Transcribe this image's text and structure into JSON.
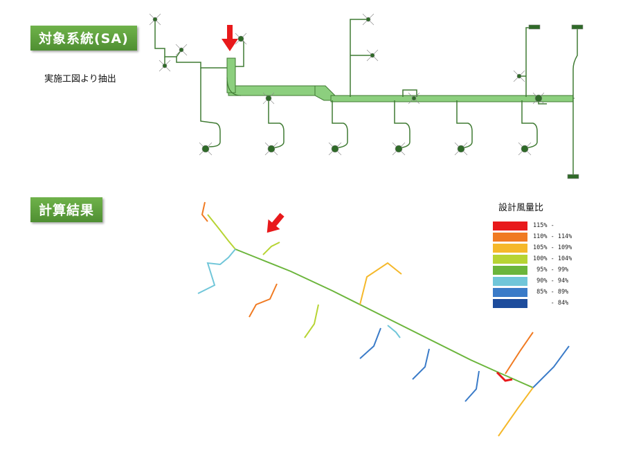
{
  "section1": {
    "tag": "対象系統(SA)",
    "note": "実施工図より抽出"
  },
  "section2": {
    "tag": "計算結果"
  },
  "legend": {
    "title": "設計風量比",
    "items": [
      {
        "label": "115% -",
        "color": "#e8191b"
      },
      {
        "label": "110% - 114%",
        "color": "#f07a22"
      },
      {
        "label": "105% - 109%",
        "color": "#f5b82a"
      },
      {
        "label": "100% - 104%",
        "color": "#b7d433"
      },
      {
        "label": " 95% - 99%",
        "color": "#6bb53b"
      },
      {
        "label": " 90% - 94%",
        "color": "#70c6d9"
      },
      {
        "label": " 85% - 89%",
        "color": "#3a7bc8"
      },
      {
        "label": "     - 84%",
        "color": "#1d4c9c"
      }
    ]
  },
  "colors": {
    "duct": "#8ccf7e",
    "duct_edge": "#3f7a32",
    "arrow": "#e8191b"
  }
}
